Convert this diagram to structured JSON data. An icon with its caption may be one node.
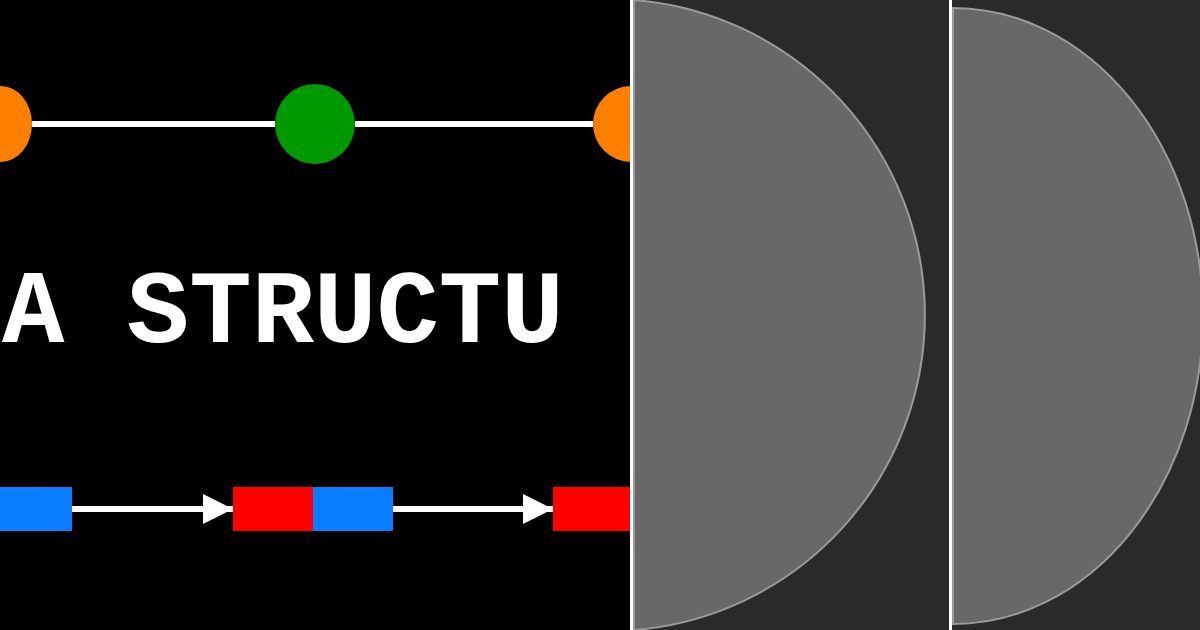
{
  "diagram": {
    "nodes": [
      {
        "text": [],
        "shape": "circle"
      },
      {
        "text": [],
        "shape": "circle"
      },
      {
        "text": [],
        "shape": "circle"
      },
      {
        "text": [],
        "shape": "box"
      },
      {
        "text": [],
        "shape": "box"
      },
      {
        "text": [],
        "shape": "box"
      },
      {
        "text": [],
        "shape": "box"
      }
    ],
    "edges": [
      {
        "from": 0,
        "to": 1,
        "arrow": "none"
      },
      {
        "from": 1,
        "to": 2,
        "arrow": "none"
      },
      {
        "from": 3,
        "to": 4,
        "arrow": "to"
      },
      {
        "from": 5,
        "to": 6,
        "arrow": "to"
      }
    ],
    "labels": [
      "A STRUCTU"
    ]
  }
}
